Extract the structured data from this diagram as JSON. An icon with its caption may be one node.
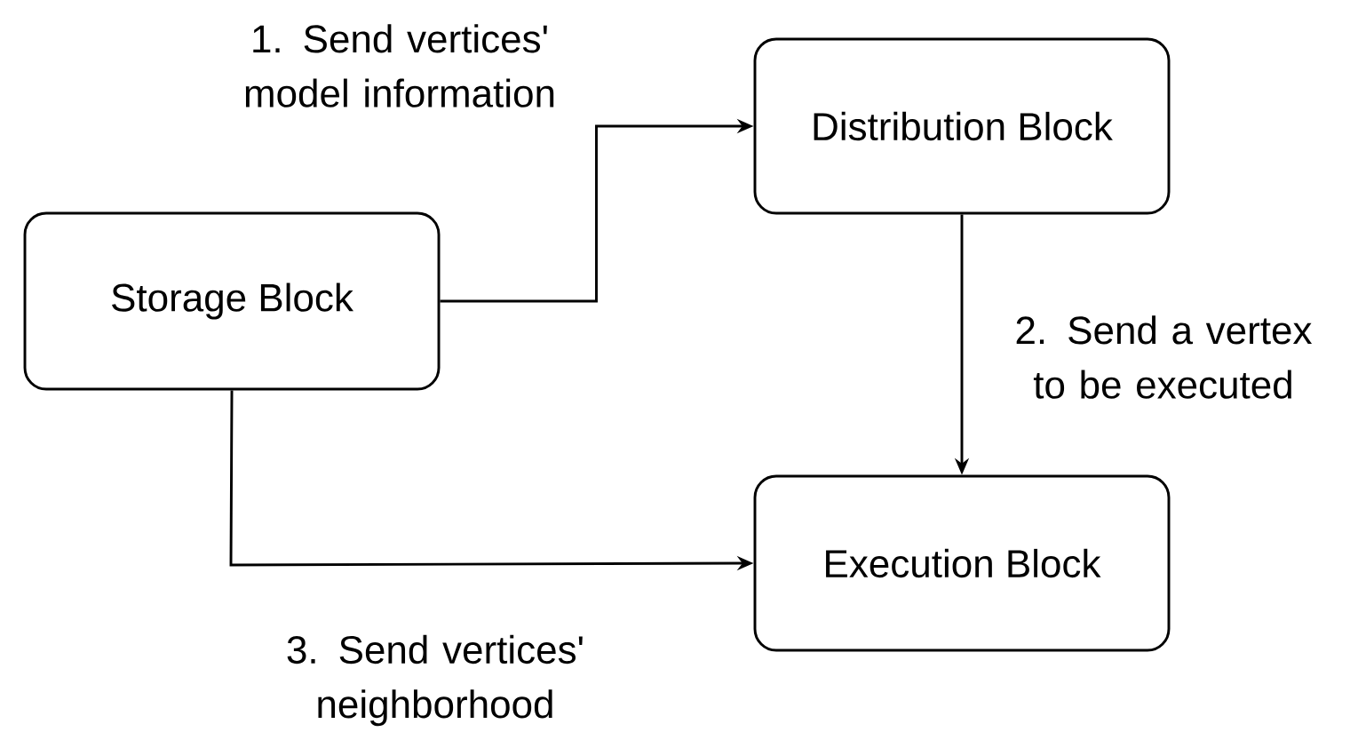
{
  "diagram": {
    "nodes": [
      {
        "text": [
          "Storage Block"
        ]
      },
      {
        "text": [
          "Distribution Block"
        ]
      },
      {
        "text": [
          "Execution Block"
        ]
      }
    ],
    "edges": [
      {
        "from": 0,
        "to": 1,
        "arrow": "to",
        "label": "1. Send vertices' model information"
      },
      {
        "from": 1,
        "to": 2,
        "arrow": "to",
        "label": "2. Send a vertex to be executed"
      },
      {
        "from": 0,
        "to": 2,
        "arrow": "to",
        "label": "3. Send vertices' neighborhood"
      }
    ]
  }
}
